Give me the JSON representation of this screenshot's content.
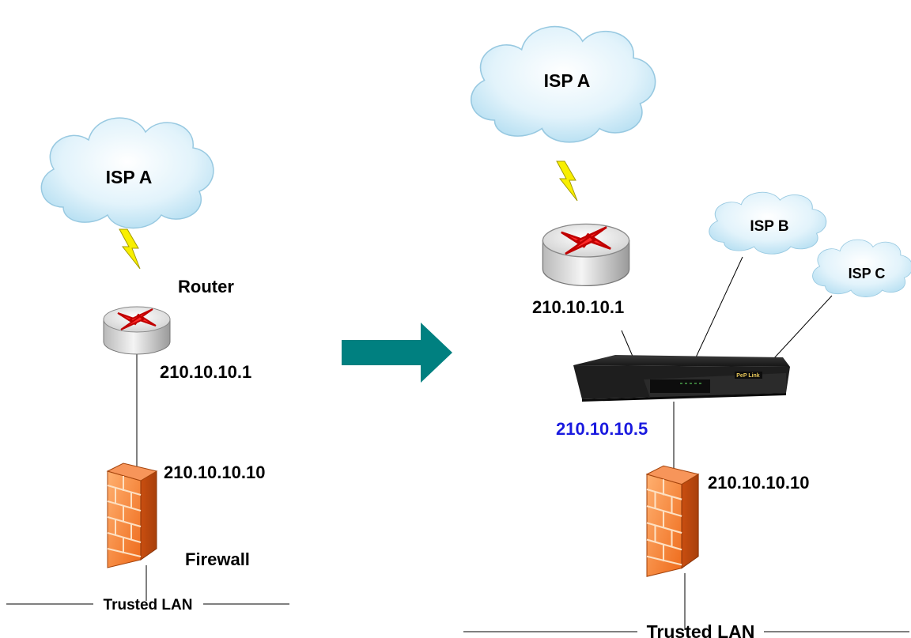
{
  "before": {
    "cloud_label": "ISP A",
    "router_label": "Router",
    "router_ip": "210.10.10.1",
    "firewall_ip": "210.10.10.10",
    "firewall_label": "Firewall",
    "lan_label": "Trusted LAN"
  },
  "after": {
    "cloud_a_label": "ISP A",
    "cloud_b_label": "ISP B",
    "cloud_c_label": "ISP C",
    "router_ip": "210.10.10.1",
    "device_ip": "210.10.10.5",
    "device_brand": "PeP Link",
    "firewall_ip": "210.10.10.10",
    "lan_label": "Trusted LAN"
  },
  "colors": {
    "arrow": "#008080",
    "device_ip": "#1a1adf"
  }
}
